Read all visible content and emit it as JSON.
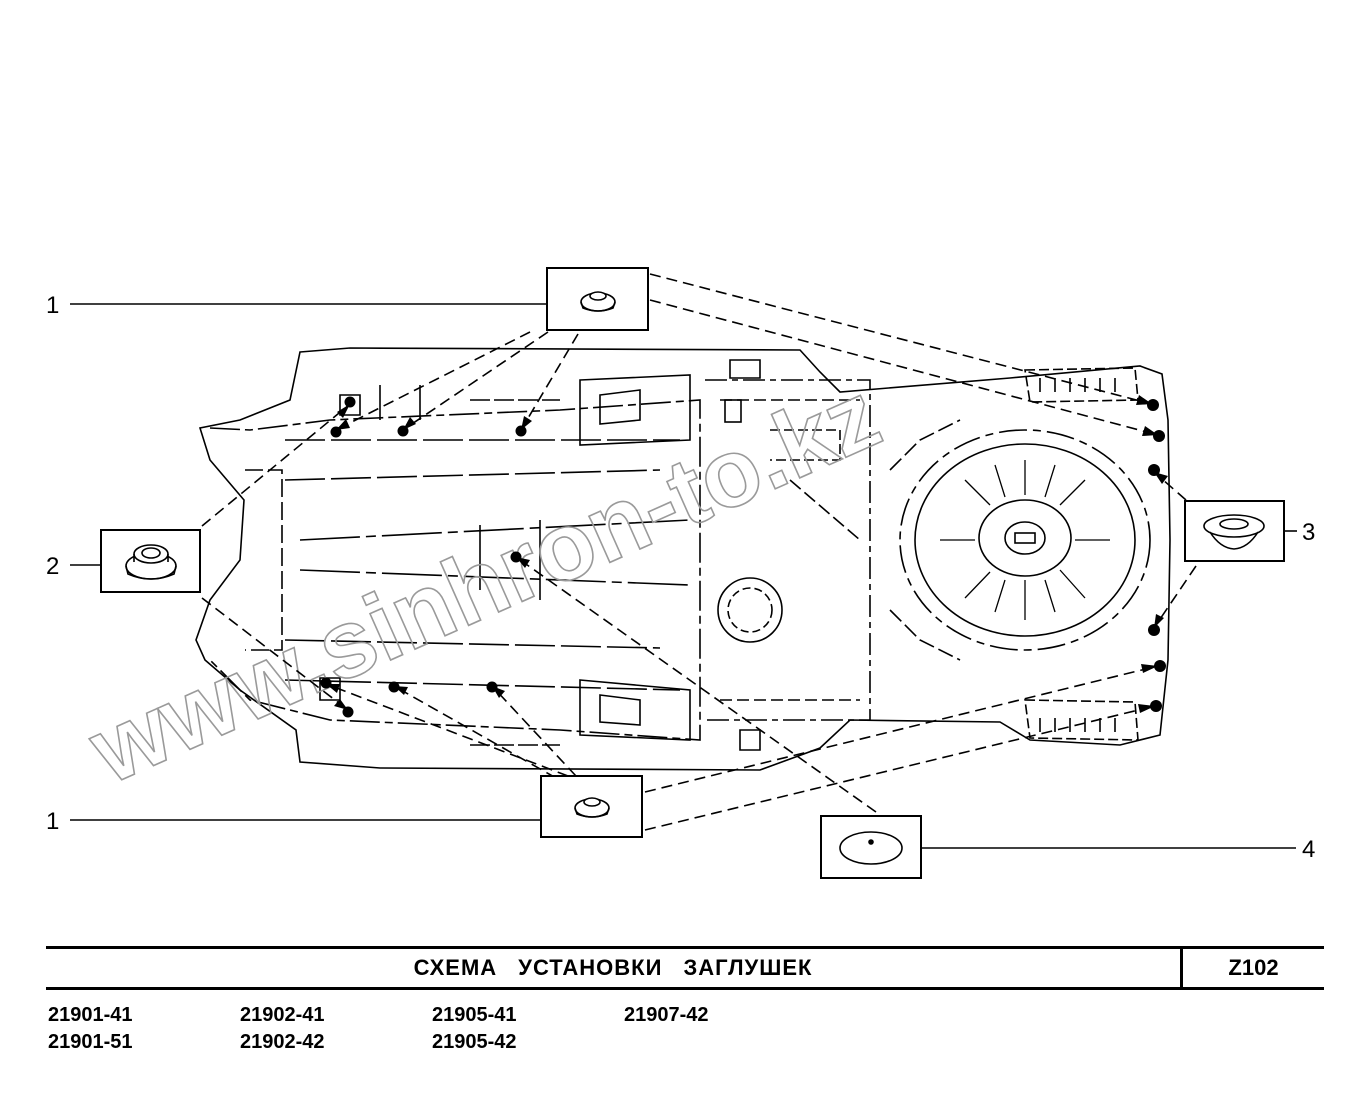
{
  "callouts": {
    "c1_top": "1",
    "c2": "2",
    "c3": "3",
    "c1_bottom": "1",
    "c4": "4"
  },
  "watermark": "www.sinhron-to.kz",
  "title": "СХЕМА   УСТАНОВКИ   ЗАГЛУШЕК",
  "code": "Z102",
  "models": [
    [
      "21901-41",
      "21901-51"
    ],
    [
      "21902-41",
      "21902-42"
    ],
    [
      "21905-41",
      "21905-42"
    ],
    [
      "21907-42"
    ]
  ]
}
